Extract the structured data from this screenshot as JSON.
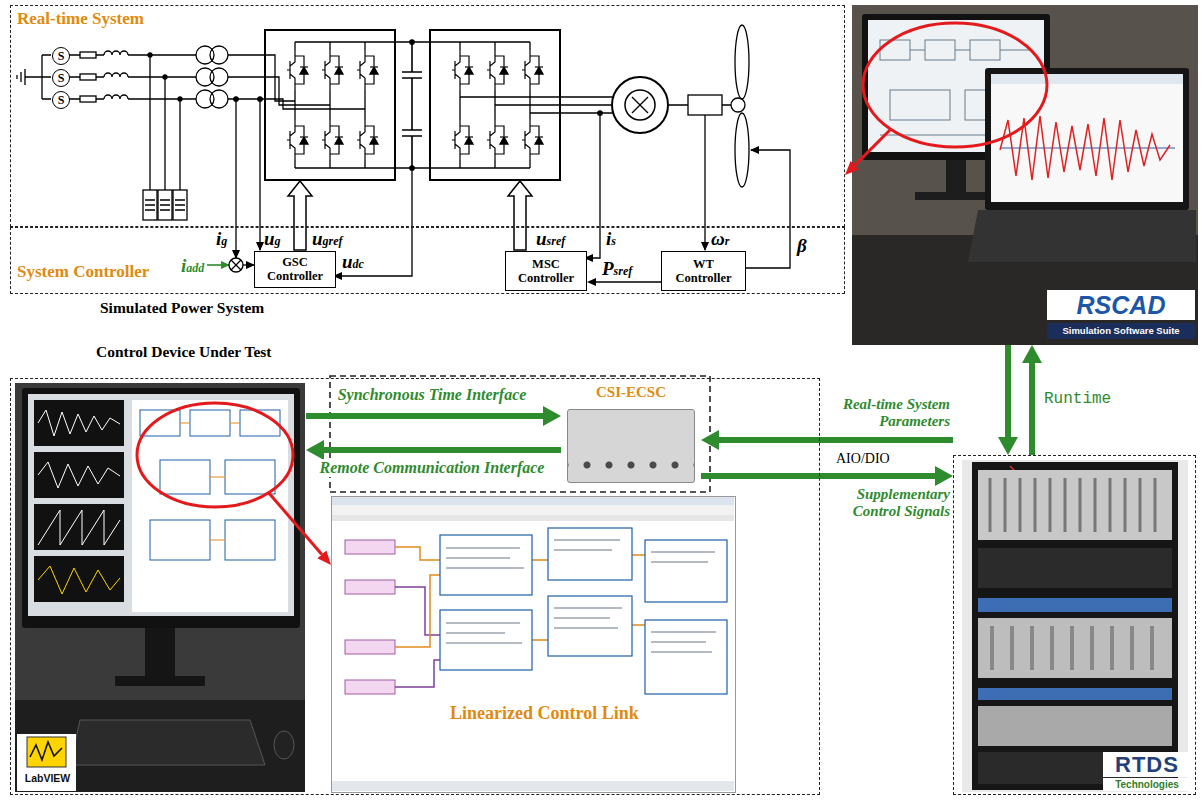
{
  "diagram": {
    "nodes": [
      {
        "text": [
          "Real-time System"
        ]
      },
      {
        "text": [
          "S"
        ],
        "in": 0
      },
      {
        "text": [
          "S"
        ],
        "in": 0
      },
      {
        "text": [
          "S"
        ],
        "in": 0
      },
      {
        "text": [
          "System Controller"
        ]
      },
      {
        "text": [
          "GSC Controller"
        ],
        "in": 4
      },
      {
        "text": [
          "MSC Controller"
        ],
        "in": 4
      },
      {
        "text": [
          "WT Controller"
        ],
        "in": 4
      },
      {
        "text": [
          "RSCAD",
          "Simulation Software Suite"
        ]
      },
      {
        "text": [
          "Control Device Under Test"
        ]
      },
      {
        "text": [
          "LabVIEW"
        ],
        "in": 9
      },
      {
        "text": [
          "CSI-ECSC"
        ],
        "in": 9
      },
      {
        "text": [
          "Linearized Control Link"
        ],
        "in": 9
      },
      {
        "text": [
          "RTDS",
          "Technologies"
        ]
      }
    ],
    "edges": [
      {
        "from": 8,
        "to": 0,
        "arrow": "to"
      },
      {
        "from": 8,
        "to": 13,
        "arrow": "to"
      },
      {
        "from": 13,
        "to": 8,
        "arrow": "to",
        "label": "Runtime"
      },
      {
        "from": 10,
        "to": 11,
        "arrow": "to",
        "label": "Synchronous Time Interface"
      },
      {
        "from": 11,
        "to": 10,
        "arrow": "to",
        "label": "Remote Communication Interface"
      },
      {
        "from": 13,
        "to": 11,
        "arrow": "to",
        "label": "Real-time System Parameters"
      },
      {
        "from": 11,
        "to": 13,
        "arrow": "to",
        "label": "Supplementary Control Signals"
      },
      {
        "from": 10,
        "to": 12,
        "arrow": "to"
      },
      {
        "from": 7,
        "to": 6,
        "arrow": "to",
        "label": "Psref"
      }
    ],
    "labels": [
      "Simulated Power System",
      "iadd",
      "ig",
      "ug",
      "ugref",
      "udc",
      "usref",
      "is",
      "ωr",
      "β",
      "AIO/DIO"
    ]
  }
}
